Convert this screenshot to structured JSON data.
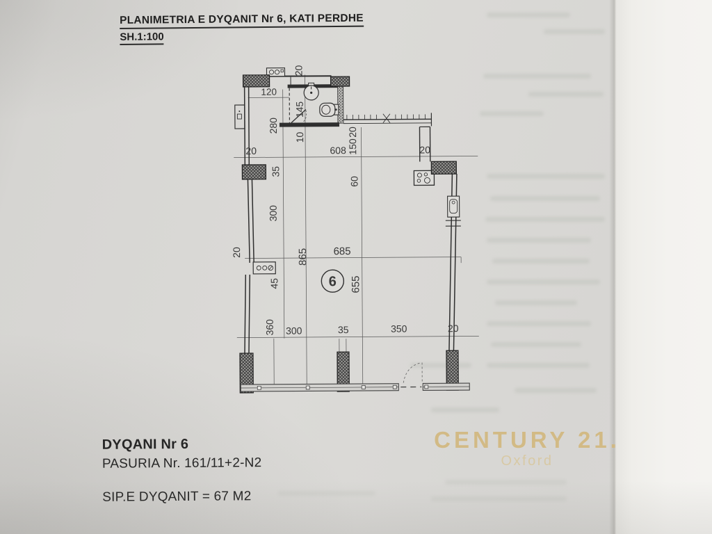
{
  "title": {
    "line1": "PLANIMETRIA E DYQANIT Nr 6, KATI PERDHE",
    "line2": "SH.1:100"
  },
  "plan": {
    "room_number": "6",
    "dims": {
      "niche_width": "120",
      "top_wall": "20",
      "bath_height": "145",
      "upper_left": "280",
      "bath_bottom_wall": "10",
      "left_wall_bottom": "20",
      "top_span": "608",
      "terrace_depth": "150",
      "terrace_wall": "20",
      "right_wall_top": "20",
      "column_offset": "35",
      "left_upper_span": "300",
      "kitchen_depth": "60",
      "room_length": "865",
      "room_width": "685",
      "room_length_inner": "655",
      "panel_offset": "45",
      "mid_wall": "20",
      "left_lower_span": "360",
      "bottom_span_1": "300",
      "bottom_span_2": "35",
      "bottom_span_3": "350",
      "bottom_span_4": "20"
    }
  },
  "footer": {
    "shop_label": "DYQANI Nr 6",
    "property_label": "PASURIA Nr. 161/11+2-N2",
    "area_label": "SIP.E DYQANIT  = 67 M2"
  },
  "watermark": {
    "brand": "CENTURY 21.",
    "office": "Oxford"
  },
  "colors": {
    "paper": "#d7d6d3",
    "paper_edge": "#f2f1ee",
    "ink": "#2f2f2f",
    "watermark_gold": "#d2b87f"
  }
}
